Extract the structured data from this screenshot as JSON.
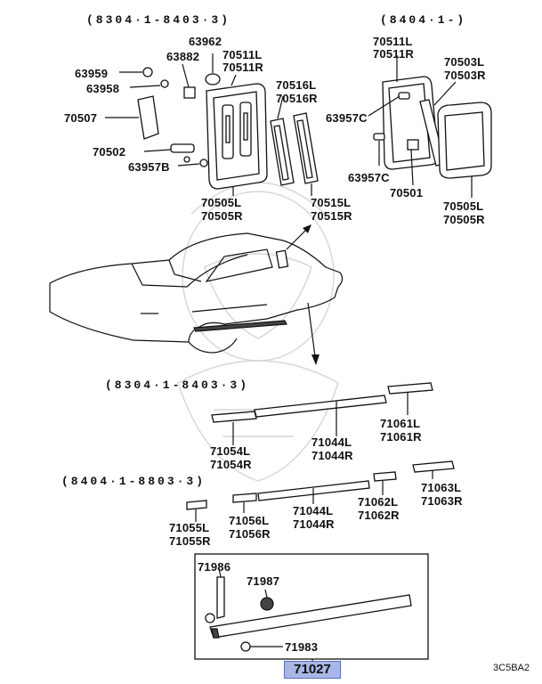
{
  "ranges": {
    "top_left": "(8304·1-8403·3)",
    "top_right": "(8404·1-)",
    "mid": "(8304·1-8403·3)",
    "lower": "(8404·1-8803·3)"
  },
  "labels": {
    "p63962": "63962",
    "p63882": "63882",
    "p63959": "63959",
    "p63958": "63958",
    "p70507": "70507",
    "p70502": "70502",
    "p63957B": "63957B",
    "p70511L_a": "70511L",
    "p70511R_a": "70511R",
    "p70516L": "70516L",
    "p70516R": "70516R",
    "p70505L_a": "70505L",
    "p70505R_a": "70505R",
    "p70515L": "70515L",
    "p70515R": "70515R",
    "p70511L_b": "70511L",
    "p70511R_b": "70511R",
    "p70503L": "70503L",
    "p70503R": "70503R",
    "p63957C_a": "63957C",
    "p63957C_b": "63957C",
    "p70501": "70501",
    "p70505L_b": "70505L",
    "p70505R_b": "70505R",
    "p71054L": "71054L",
    "p71054R": "71054R",
    "p71044L_a": "71044L",
    "p71044R_a": "71044R",
    "p71061L": "71061L",
    "p71061R": "71061R",
    "p71055L": "71055L",
    "p71055R": "71055R",
    "p71056L": "71056L",
    "p71056R": "71056R",
    "p71044L_b": "71044L",
    "p71044R_b": "71044R",
    "p71062L": "71062L",
    "p71062R": "71062R",
    "p71063L": "71063L",
    "p71063R": "71063R",
    "p71986": "71986",
    "p71987": "71987",
    "p71983": "71983"
  },
  "highlight_part": "71027",
  "diagram_code": "3C5BA2",
  "colors": {
    "highlight": "#a9b7e6",
    "line": "#111111"
  }
}
